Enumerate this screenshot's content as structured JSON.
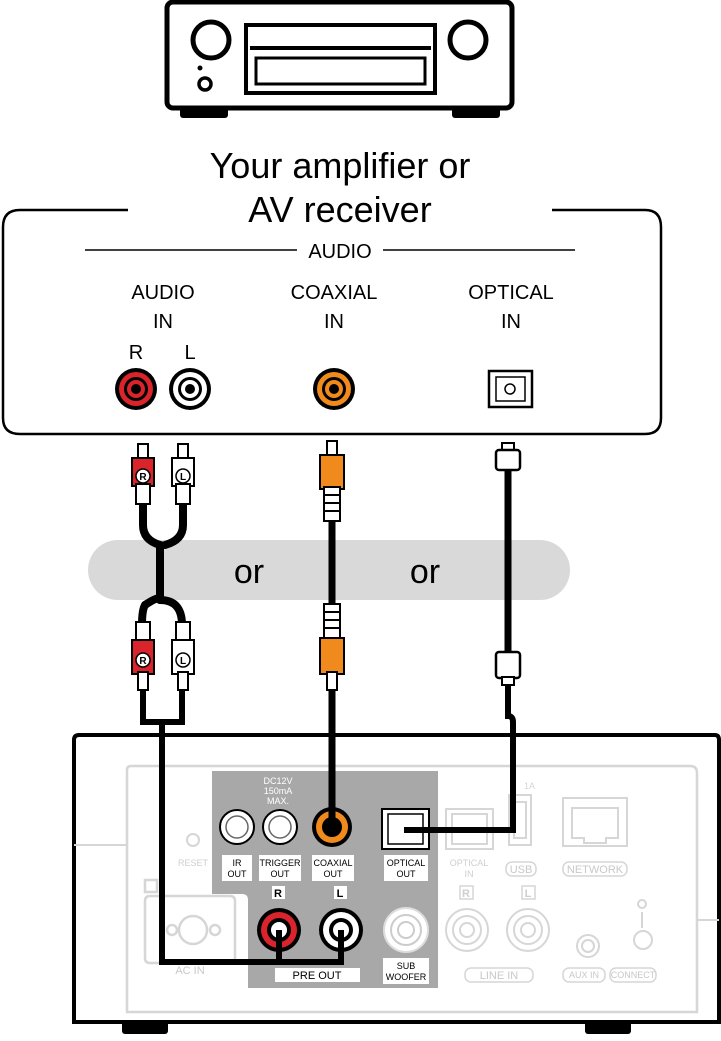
{
  "receiver": {
    "title_line1": "Your amplifier or",
    "title_line2": "AV receiver",
    "section_label": "AUDIO",
    "inputs": [
      {
        "line1": "AUDIO",
        "line2": "IN"
      },
      {
        "line1": "COAXIAL",
        "line2": "IN"
      },
      {
        "line1": "OPTICAL",
        "line2": "IN"
      }
    ],
    "channel_r": "R",
    "channel_l": "L"
  },
  "cables": {
    "or_1": "or",
    "or_2": "or",
    "plug_r": "R",
    "plug_l": "L"
  },
  "device_panel": {
    "dc_label": [
      "DC12V",
      "150mA",
      "MAX."
    ],
    "reset": "RESET",
    "ir_out": [
      "IR",
      "OUT"
    ],
    "trigger_out": [
      "TRIGGER",
      "OUT"
    ],
    "coaxial_out": [
      "COAXIAL",
      "OUT"
    ],
    "optical_out": [
      "OPTICAL",
      "OUT"
    ],
    "optical_in": [
      "OPTICAL",
      "IN"
    ],
    "usb": "USB",
    "usb_rating": "1A",
    "network": "NETWORK",
    "r_badge": "R",
    "l_badge": "L",
    "pre_out": "PRE OUT",
    "subwoofer": [
      "SUB",
      "WOOFER"
    ],
    "line_in": "LINE IN",
    "aux_in": "AUX IN",
    "connect": "CONNECT",
    "ac_in": "AC IN"
  },
  "colors": {
    "red": "#d8242a",
    "orange": "#f08a1c",
    "gray_panel": "#a8a8a8",
    "gray_light": "#d9d9d9"
  }
}
